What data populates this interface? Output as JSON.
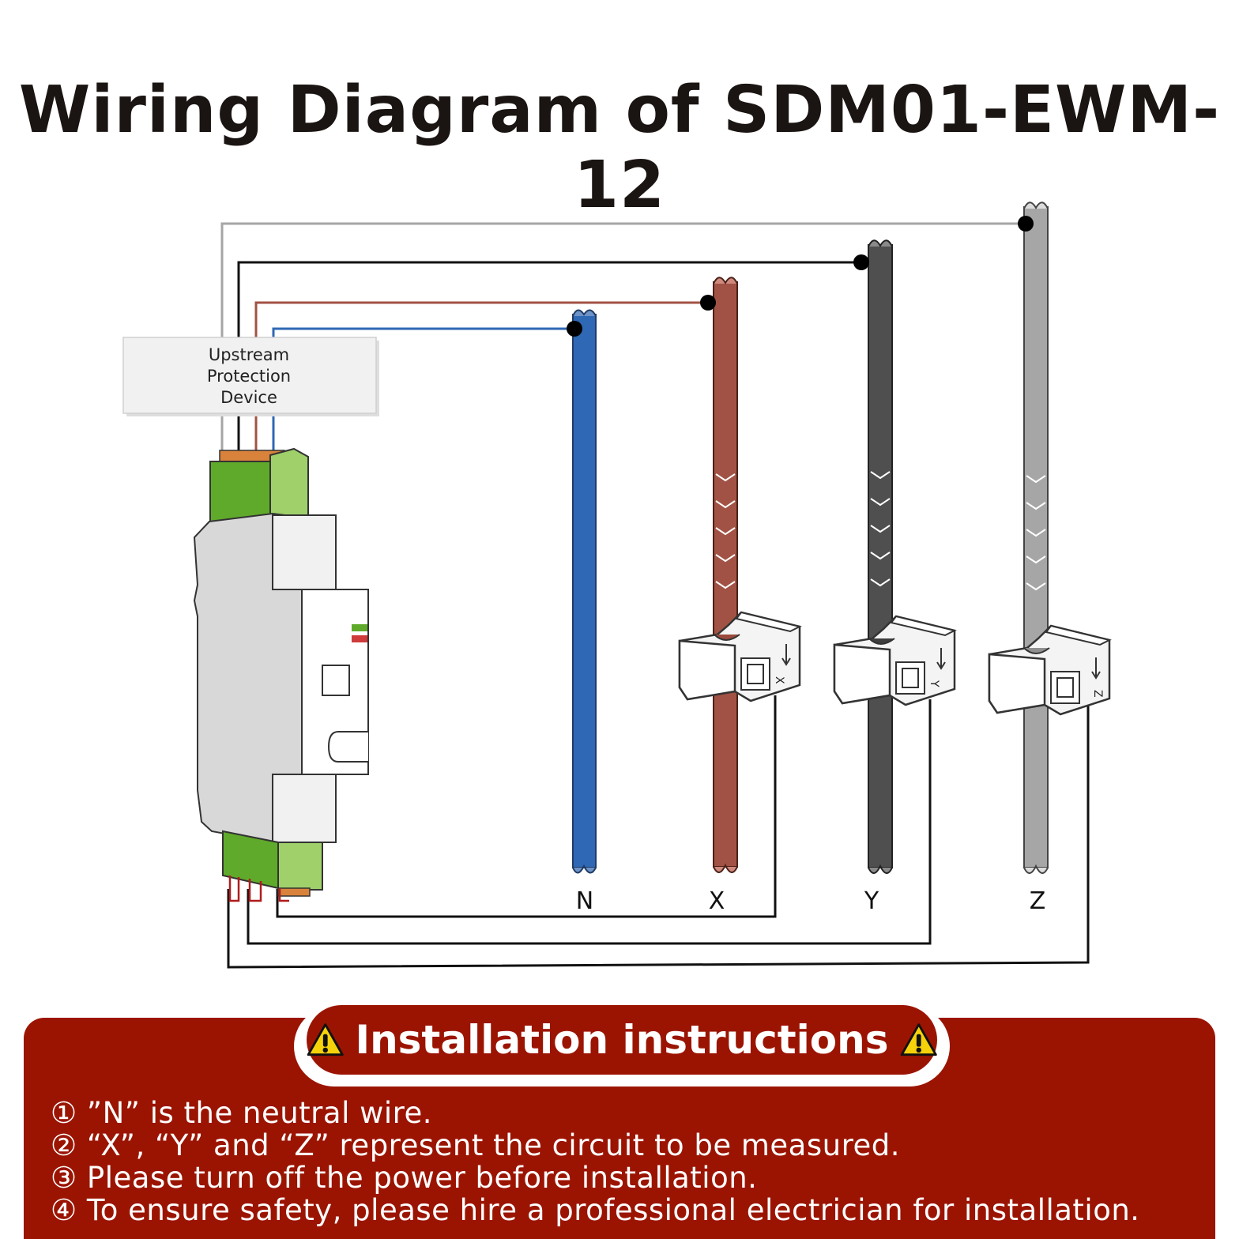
{
  "title": "Wiring Diagram of SDM01-EWM-12",
  "upstream_device": {
    "line1": "Upstream",
    "line2": "Protection",
    "line3": "Device"
  },
  "wires": {
    "n": {
      "label": "N",
      "color": "#2f68b4"
    },
    "x": {
      "label": "X",
      "color": "#a25244"
    },
    "y": {
      "label": "Y",
      "color": "#4f4f4f"
    },
    "z": {
      "label": "Z",
      "color": "#a6a6a6"
    }
  },
  "ct_labels": {
    "x": "X",
    "y": "Y",
    "z": "Z"
  },
  "colors": {
    "panel": "#9b1402",
    "meter_green": "#5faa2a",
    "warning_yellow": "#f6d20a"
  },
  "installation": {
    "title": "Installation instructions",
    "items": [
      "① ”N” is the neutral wire.",
      "② “X”, “Y” and “Z” represent the circuit to be measured.",
      "③ Please turn off the power before installation.",
      "④ To ensure safety, please hire a professional electrician for installation."
    ]
  }
}
